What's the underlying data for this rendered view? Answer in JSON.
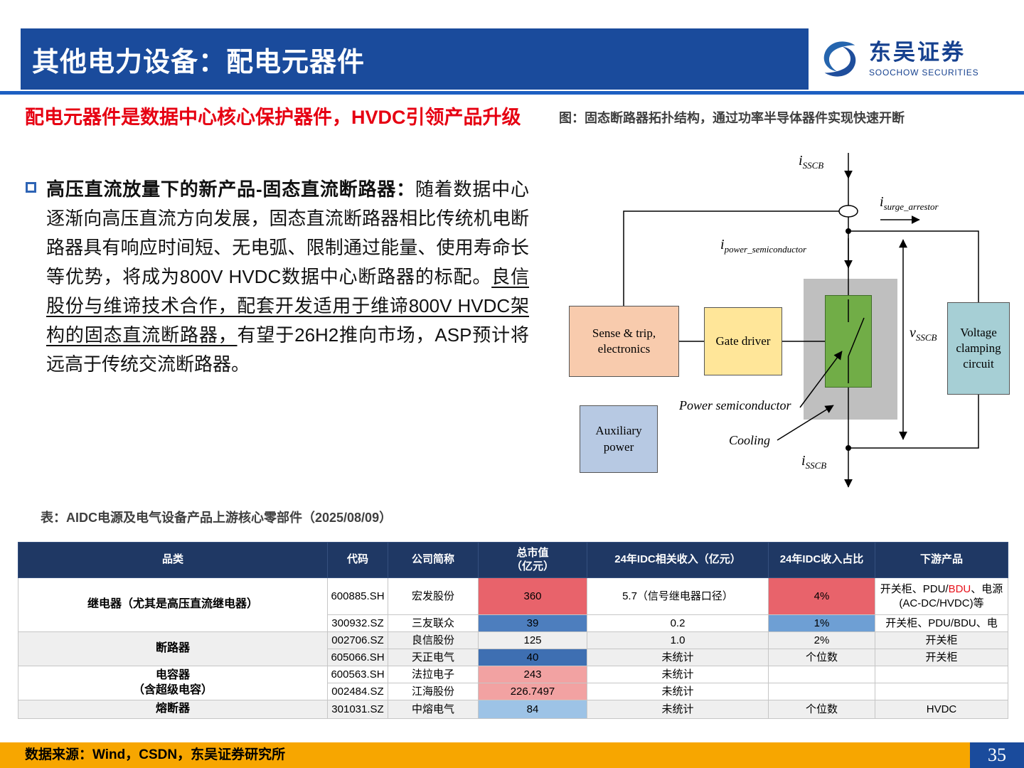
{
  "colors": {
    "header_blue": "#1A4B9C",
    "rule_blue": "#1D5FC2",
    "accent_red": "#E60012",
    "table_header_navy": "#1F3864",
    "cell_red": "#E8636B",
    "cell_pink": "#F2A2A2",
    "cell_blue_dark": "#3E6FB2",
    "cell_blue_mid": "#4D7EBE",
    "cell_blue_1pct": "#6E9FD4",
    "cell_lightblue": "#9DC3E6",
    "footer_orange": "#F7A600",
    "bdu_red": "#E8111A",
    "box_sense": "#F8CBAD",
    "box_gate": "#FFE699",
    "box_green": "#71AD47",
    "box_gray": "#BFBFBF",
    "box_clamp": "#A6CFD5",
    "box_aux": "#B7C9E3"
  },
  "header": {
    "title": "其他电力设备：配电元器件",
    "logo_cn": "东吴证券",
    "logo_en": "SOOCHOW SECURITIES"
  },
  "left": {
    "heading": "配电元器件是数据中心核心保护器件，HVDC引领产品升级",
    "bullet_bold": "高压直流放量下的新产品-固态直流断路器：",
    "bullet_text1": "随着数据中心逐渐向高压直流方向发展，固态直流断路器相比传统机电断路器具有响应时间短、无电弧、限制通过能量、使用寿命长等优势，将成为800V HVDC数据中心断路器的标配。",
    "bullet_underlined": "良信股份与维谛技术合作，配套开发适用于维谛800V HVDC架构的固态直流断路器，",
    "bullet_text2": "有望于26H2推向市场，ASP预计将远高于传统交流断路器。"
  },
  "figure": {
    "caption": "图：固态断路器拓扑结构，通过功率半导体器件实现快速开断",
    "boxes": {
      "sense": "Sense & trip, electronics",
      "gate": "Gate driver",
      "clamp": "Voltage clamping circuit",
      "aux": "Auxiliary power"
    },
    "labels": {
      "i_top_base": "i",
      "i_top_sub": "SSCB",
      "i_surge_base": "i",
      "i_surge_sub": "surge_arrestor",
      "i_power_base": "i",
      "i_power_sub": "power_semiconductor",
      "v_base": "v",
      "v_sub": "SSCB",
      "i_bottom_base": "i",
      "i_bottom_sub": "SSCB",
      "power_semi": "Power semiconductor",
      "cooling": "Cooling"
    }
  },
  "table": {
    "caption": "表：AIDC电源及电气设备产品上游核心零部件（2025/08/09）",
    "headers": {
      "category": "品类",
      "code": "代码",
      "name": "公司简称",
      "cap_l1": "总市值",
      "cap_l2": "（亿元）",
      "income": "24年IDC相关收入（亿元）",
      "share": "24年IDC收入占比",
      "downstream": "下游产品"
    },
    "groups": {
      "relay": "继电器（尤其是高压直流继电器）",
      "breaker": "断路器",
      "capacitor_l1": "电容器",
      "capacitor_l2": "（含超级电容）",
      "fuse": "熔断器"
    },
    "rows": [
      {
        "code": "600885.SH",
        "name": "宏发股份",
        "cap": "360",
        "cap_bg": "#E8636B",
        "income": "5.7（信号继电器口径）",
        "share": "4%",
        "share_bg": "#E8636B",
        "ds_pre": "开关柜、PDU/",
        "ds_red": "BDU",
        "ds_post": "、电源(AC-DC/HVDC)等"
      },
      {
        "code": "300932.SZ",
        "name": "三友联众",
        "cap": "39",
        "cap_bg": "#4D7EBE",
        "income": "0.2",
        "share": "1%",
        "share_bg": "#6E9FD4",
        "downstream": "开关柜、PDU/BDU、电"
      },
      {
        "code": "002706.SZ",
        "name": "良信股份",
        "cap": "125",
        "income": "1.0",
        "share": "2%",
        "downstream": "开关柜"
      },
      {
        "code": "605066.SH",
        "name": "天正电气",
        "cap": "40",
        "cap_bg": "#3E6FB2",
        "income": "未统计",
        "share": "个位数",
        "downstream": "开关柜"
      },
      {
        "code": "600563.SH",
        "name": "法拉电子",
        "cap": "243",
        "cap_bg": "#F2A2A2",
        "income": "未统计",
        "share": "",
        "downstream": ""
      },
      {
        "code": "002484.SZ",
        "name": "江海股份",
        "cap": "226.7497",
        "cap_bg": "#F2A2A2",
        "income": "未统计",
        "share": "",
        "downstream": ""
      },
      {
        "code": "301031.SZ",
        "name": "中熔电气",
        "cap": "84",
        "cap_bg": "#9DC3E6",
        "income": "未统计",
        "share": "个位数",
        "downstream": "HVDC"
      }
    ]
  },
  "footer": {
    "source": "数据来源：Wind，CSDN，东吴证券研究所",
    "page": "35"
  }
}
